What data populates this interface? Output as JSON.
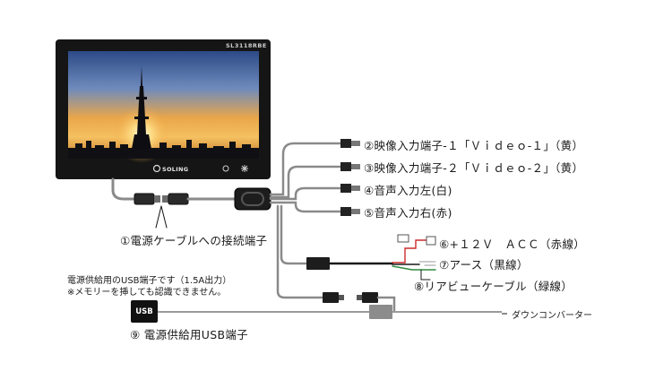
{
  "monitor": {
    "model": "SL3118RBE",
    "brand": "SOLING"
  },
  "labels": {
    "video1": "②映像入力端子-１「Ｖｉｄｅｏ-１」（黄）",
    "video2": "③映像入力端子-２「Ｖｉｄｅｏ-２」（黄）",
    "audio_left": "④音声入力左(白)",
    "audio_right": "⑤音声入力右(赤)",
    "power_connector": "①電源ケーブルへの接続端子",
    "acc": "⑥+１２Ｖ　ＡＣＣ（赤線）",
    "ground": "⑦アース（黒線）",
    "rear_view": "⑧リアビューケーブル（緑線）",
    "usb_note_1": "電源供給用のUSB端子です（1.5A出力）",
    "usb_note_2": "※メモリーを挿しても認識できません。",
    "usb_port": "⑨ 電源供給用USB端子",
    "usb_box": "USB",
    "converter": "ダウンコンバーター"
  },
  "colors": {
    "cable_gray": "#8a8a8a",
    "wire_black": "#1a1a1a",
    "wire_red": "#cc2b2b",
    "wire_green": "#2e8b3e",
    "monitor_body": "#151515"
  }
}
